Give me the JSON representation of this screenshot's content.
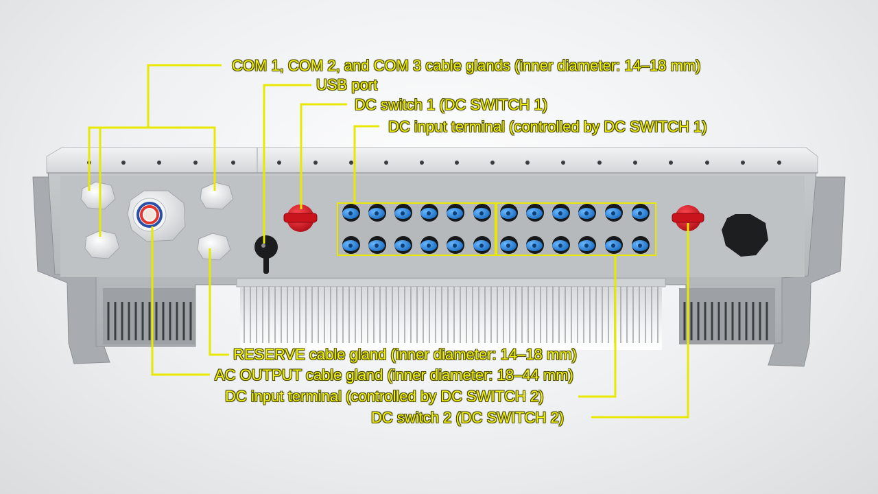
{
  "callouts": {
    "com_glands": "COM 1, COM 2, and COM 3 cable glands (inner diameter: 14–18 mm)",
    "usb_port": "USB port",
    "dc_switch_1": "DC switch 1 (DC SWITCH 1)",
    "dc_input_1": "DC input terminal (controlled by DC SWITCH 1)",
    "reserve_gland": "RESERVE cable gland (inner diameter: 14–18 mm)",
    "ac_output_gland": "AC OUTPUT cable gland (inner diameter: 18–44 mm)",
    "dc_input_2": "DC input terminal (controlled by DC SWITCH 2)",
    "dc_switch_2": "DC switch 2 (DC SWITCH 2)"
  },
  "colors": {
    "callout_text": "#f4f40a",
    "leader_line": "#e8e800",
    "enclosure": "#b9bcbf",
    "cover": "#e4e6e7",
    "dc_switch": "#d8151f",
    "dc_connector": "#2f8fe0"
  },
  "icons": {
    "dc_switch": "rotary-switch-icon",
    "usb": "usb-cap-icon",
    "connector": "dc-connector-icon",
    "gland": "cable-gland-icon"
  }
}
